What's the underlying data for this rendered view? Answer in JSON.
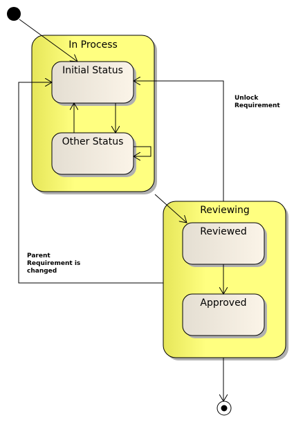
{
  "composites": {
    "in_process": {
      "label": "In Process"
    },
    "reviewing": {
      "label": "Reviewing"
    }
  },
  "states": {
    "initial_status": {
      "label": "Initial Status"
    },
    "other_status": {
      "label": "Other Status"
    },
    "reviewed": {
      "label": "Reviewed"
    },
    "approved": {
      "label": "Approved"
    }
  },
  "edge_labels": {
    "unlock_line1": "Unlock",
    "unlock_line2": "Requirement",
    "parent_line1": "Parent",
    "parent_line2": "Requirement is",
    "parent_line3": "changed"
  },
  "colors": {
    "composite_fill": "#ffff80",
    "composite_fill_edge": "#e8e860",
    "state_fill_start": "#e4ded2",
    "state_fill_end": "#fbf4e8",
    "shadow": "#b0b0b0",
    "stroke": "#000000"
  }
}
